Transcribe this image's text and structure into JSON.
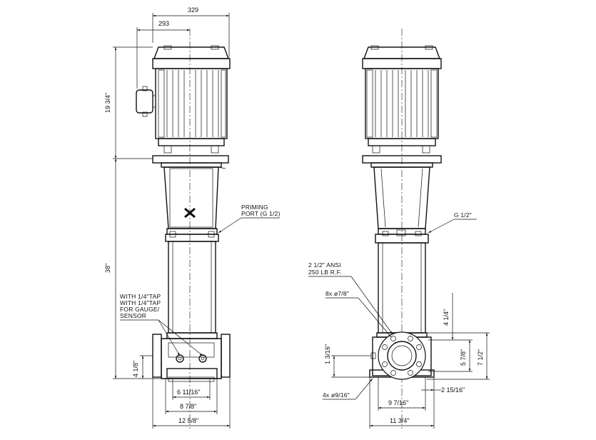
{
  "front_view": {
    "dims": {
      "top_overall": "329",
      "top_inner": "293",
      "motor_height": "19  3/4\"",
      "overall_height": "38\"",
      "inlet_height": "4 1/8\"",
      "port_spacing": "6 11/16\"",
      "flange_span": "8 7/8\"",
      "base_width": "12 5/8\""
    },
    "labels": {
      "priming_line1": "PRIMING",
      "priming_line2": "PORT (G 1/2)",
      "tap_line1": "WITH 1/4\"TAP",
      "tap_line2": "WITH 1/4\"TAP",
      "tap_line3": "FOR GAUGE/",
      "tap_line4": "SENSOR"
    }
  },
  "side_view": {
    "labels": {
      "g_half": "G 1/2\"",
      "ansi_line1": "2 1/2\" ANSI",
      "ansi_line2": "250 LB R.F.",
      "bolt_holes": "8x ø7/8\"",
      "foot_holes": "4x ø9/16\""
    },
    "dims": {
      "flange_top": "4 1/4\"",
      "foot_height": "1 3/16\"",
      "flange_dia_inner": "5 7/8\"",
      "flange_dia_outer": "7 1/2\"",
      "offset": "2 15/16\"",
      "base_inner": "9 7/16\"",
      "base_outer": "11 3/4\""
    }
  }
}
